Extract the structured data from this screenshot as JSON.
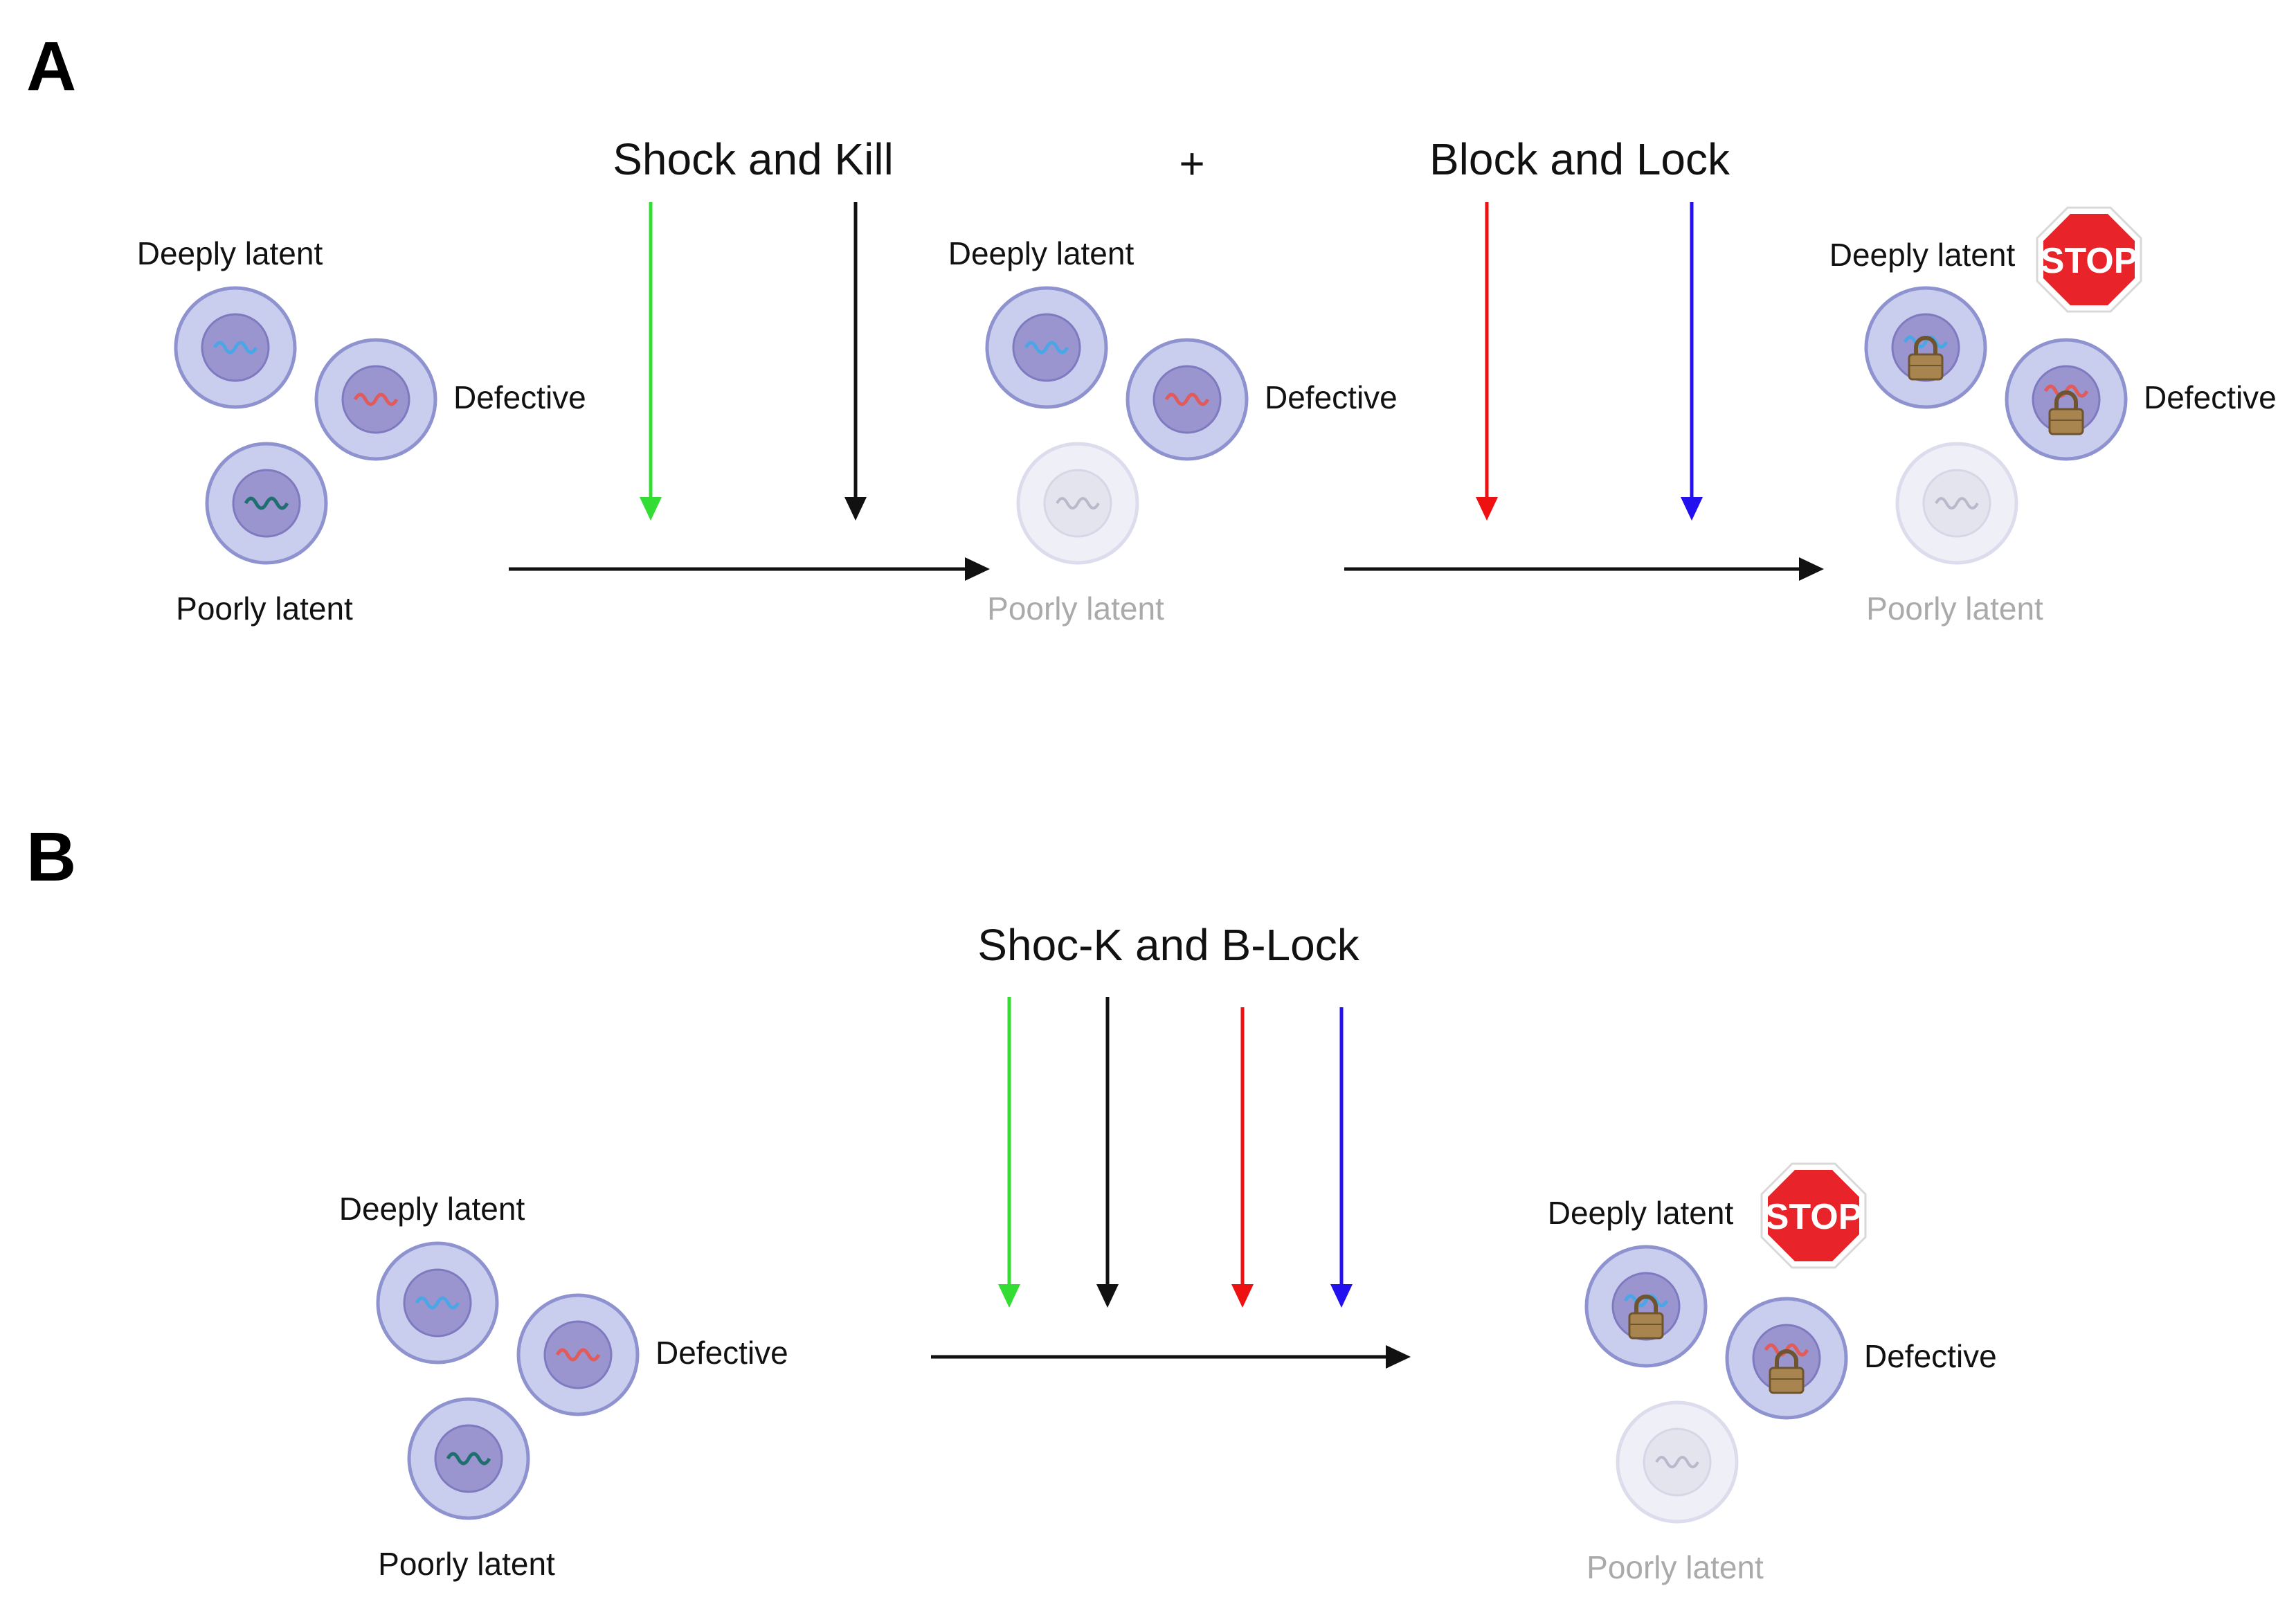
{
  "panels": [
    {
      "letter": "A",
      "treatment_titles": [
        "Shock and Kill",
        "+",
        "Block and Lock"
      ]
    },
    {
      "letter": "B",
      "treatment_titles": [
        "Shoc-K and B-Lock"
      ]
    }
  ],
  "cell_labels": {
    "deeply": "Deeply latent",
    "defective": "Defective",
    "poorly": "Poorly latent"
  },
  "stop_sign": "STOP",
  "colors": {
    "green_arrow": "#33dd33",
    "black_arrow": "#111111",
    "red_arrow": "#ee1111",
    "blue_arrow": "#2211ee",
    "cell_membrane": "#c9cdee",
    "cell_border": "#8e93cf",
    "nucleus": "#9a95cf",
    "blue_virus": "#4aa6e6",
    "red_virus": "#e25a5a",
    "teal_virus": "#1f6f6f",
    "stop_red": "#e8232a",
    "lock_gold": "#a8854e"
  },
  "icons": [
    "lock-icon",
    "stop-sign-icon",
    "virus-rna-icon"
  ]
}
